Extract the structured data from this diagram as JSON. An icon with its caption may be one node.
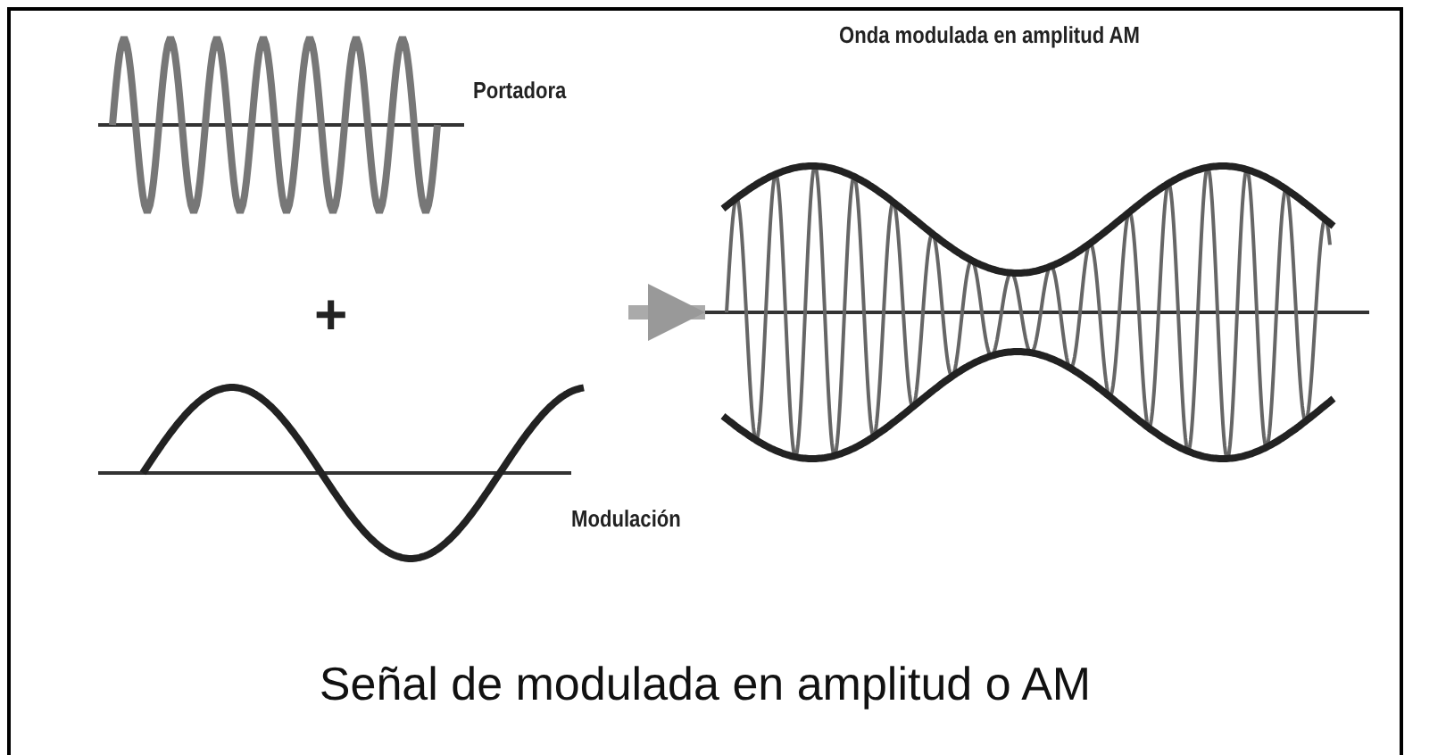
{
  "diagram": {
    "caption": "Señal de modulada en amplitud o AM",
    "nodes": [
      {
        "text": [],
        "shape": "picture",
        "beside": [
          "Portadora"
        ]
      },
      {
        "text": [],
        "shape": "picture",
        "beside": [
          "Modulación"
        ]
      },
      {
        "text": [
          "Onda modulada en amplitud AM"
        ]
      }
    ],
    "edges": [
      {
        "from": null,
        "to": 2,
        "arrow": "to"
      }
    ],
    "labels": [
      "+"
    ]
  }
}
